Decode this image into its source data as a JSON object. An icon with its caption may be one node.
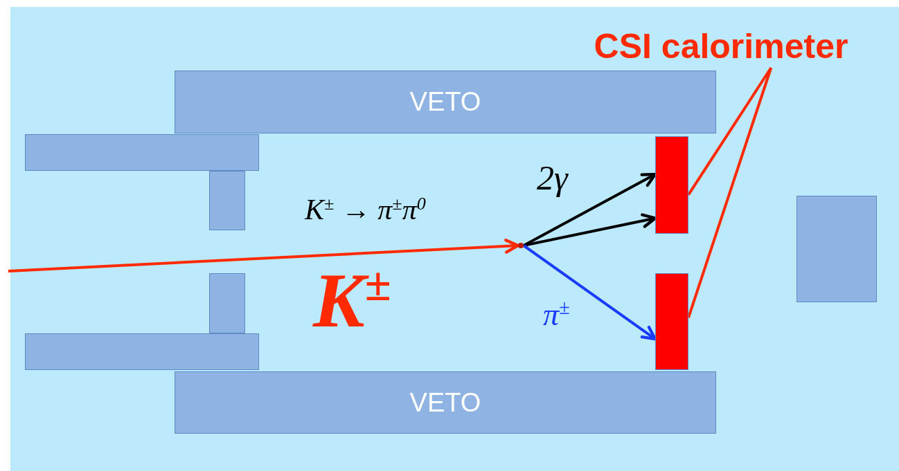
{
  "diagram": {
    "nodes": [
      {
        "text": [
          "CSI calorimeter"
        ]
      },
      {
        "text": [
          "VETO"
        ]
      },
      {
        "text": [],
        "shape": "box"
      },
      {
        "text": [],
        "shape": "box"
      },
      {
        "text": [],
        "shape": "bar"
      },
      {
        "text": [],
        "shape": "point"
      },
      {
        "text": [],
        "shape": "box"
      },
      {
        "text": [],
        "shape": "box"
      },
      {
        "text": [],
        "shape": "bar"
      },
      {
        "text": [],
        "shape": "box"
      },
      {
        "text": [
          "VETO"
        ]
      }
    ],
    "edges": [
      {
        "from": null,
        "to": 5,
        "arrow": "to",
        "label": "*K*$^{±}$"
      },
      {
        "from": 5,
        "to": 4,
        "arrow": "to",
        "color": "#000000"
      },
      {
        "from": 5,
        "to": 4,
        "arrow": "to",
        "color": "#000000"
      },
      {
        "from": 5,
        "to": 8,
        "arrow": "to",
        "color": "#1a3cff",
        "label": "π$^{±}$"
      },
      {
        "from": 0,
        "to": 4,
        "arrow": "none"
      },
      {
        "from": 0,
        "to": 8,
        "arrow": "none"
      }
    ],
    "labels": [
      "2γ",
      "*K*$^{±}$ → π$^{±}$π$^{0}$"
    ]
  }
}
